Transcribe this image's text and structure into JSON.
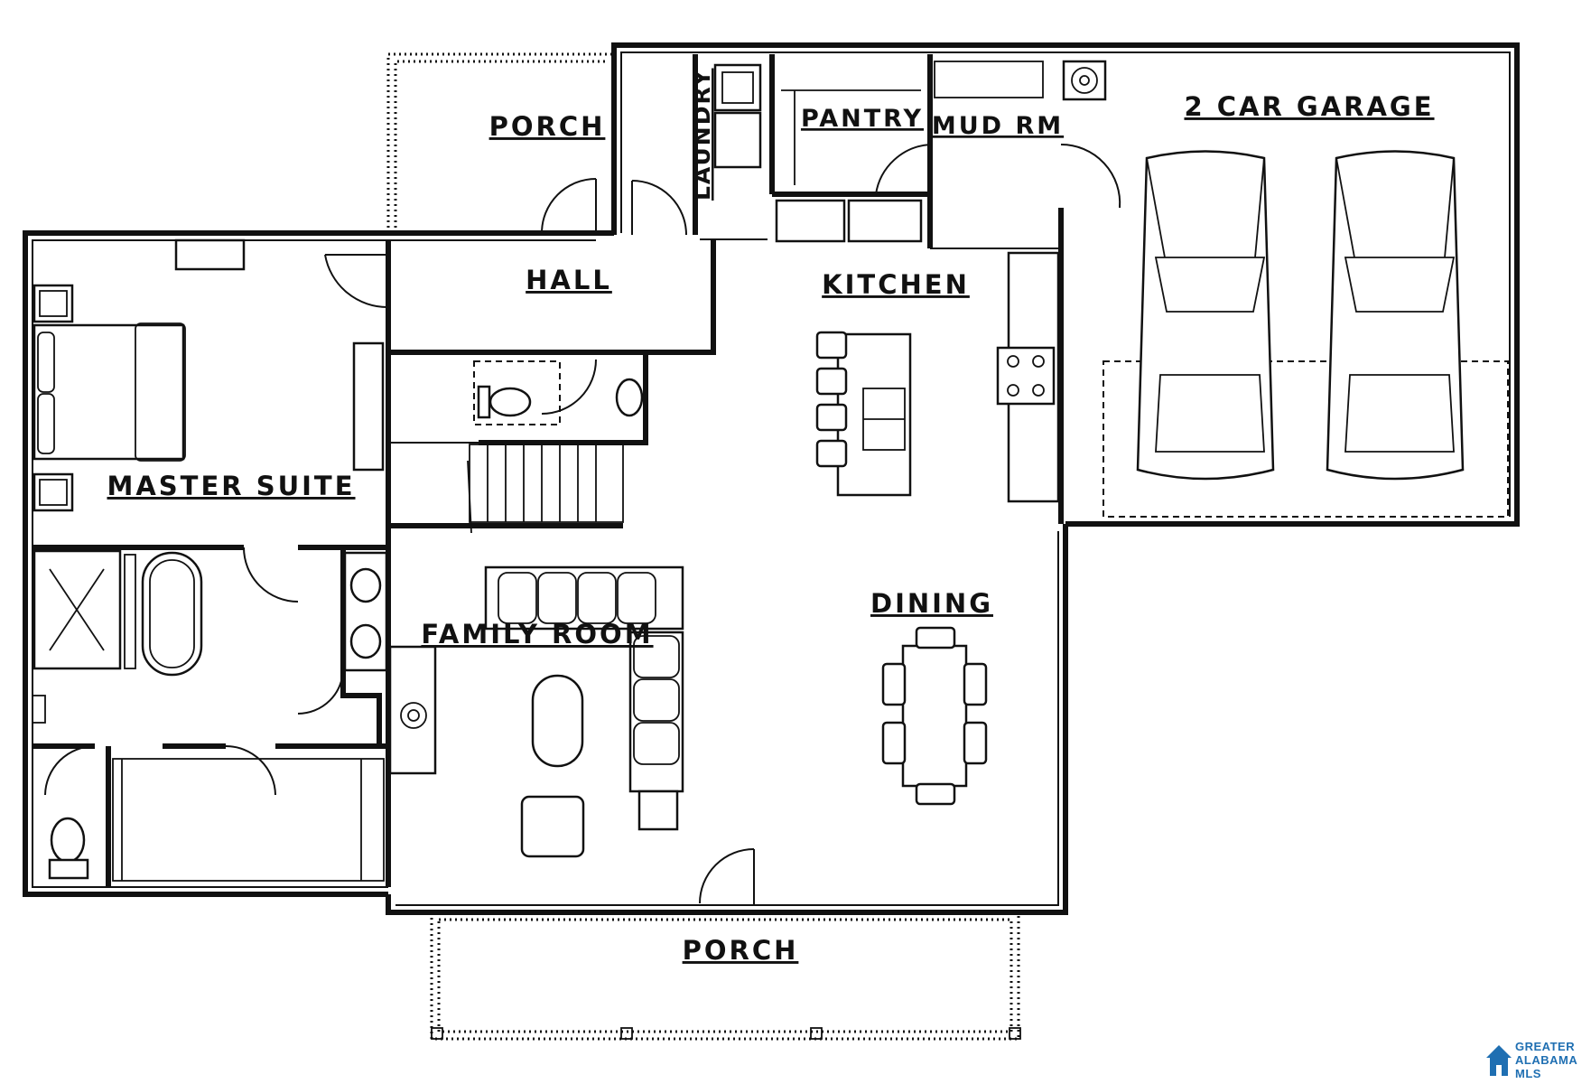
{
  "rooms": {
    "porch_rear": "PORCH",
    "laundry": "LAUNDRY",
    "pantry": "PANTRY",
    "mud_rm": "MUD RM",
    "garage": "2 CAR GARAGE",
    "hall": "HALL",
    "kitchen": "KITCHEN",
    "master_suite": "MASTER SUITE",
    "dining": "DINING",
    "family_room": "FAMILY ROOM",
    "porch_front": "PORCH"
  },
  "logo": {
    "line1": "GREATER",
    "line2": "ALABAMA",
    "line3": "MLS",
    "color": "#1f6fb2"
  },
  "colors": {
    "line": "#111111",
    "background": "#ffffff"
  }
}
